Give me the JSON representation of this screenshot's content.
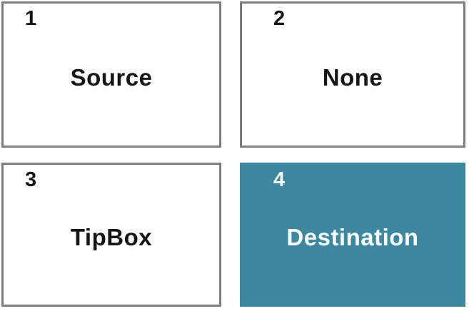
{
  "colors": {
    "box_border": "#7e7e7e",
    "box_background": "#ffffff",
    "filled_box_background": "#3d88a1",
    "text_dark": "#161616",
    "text_light": "#fdfdfd"
  },
  "boxes": [
    {
      "number": "1",
      "label": "Source",
      "variant": "outline"
    },
    {
      "number": "2",
      "label": "None",
      "variant": "outline"
    },
    {
      "number": "3",
      "label": "TipBox",
      "variant": "outline"
    },
    {
      "number": "4",
      "label": "Destination",
      "variant": "filled"
    }
  ]
}
